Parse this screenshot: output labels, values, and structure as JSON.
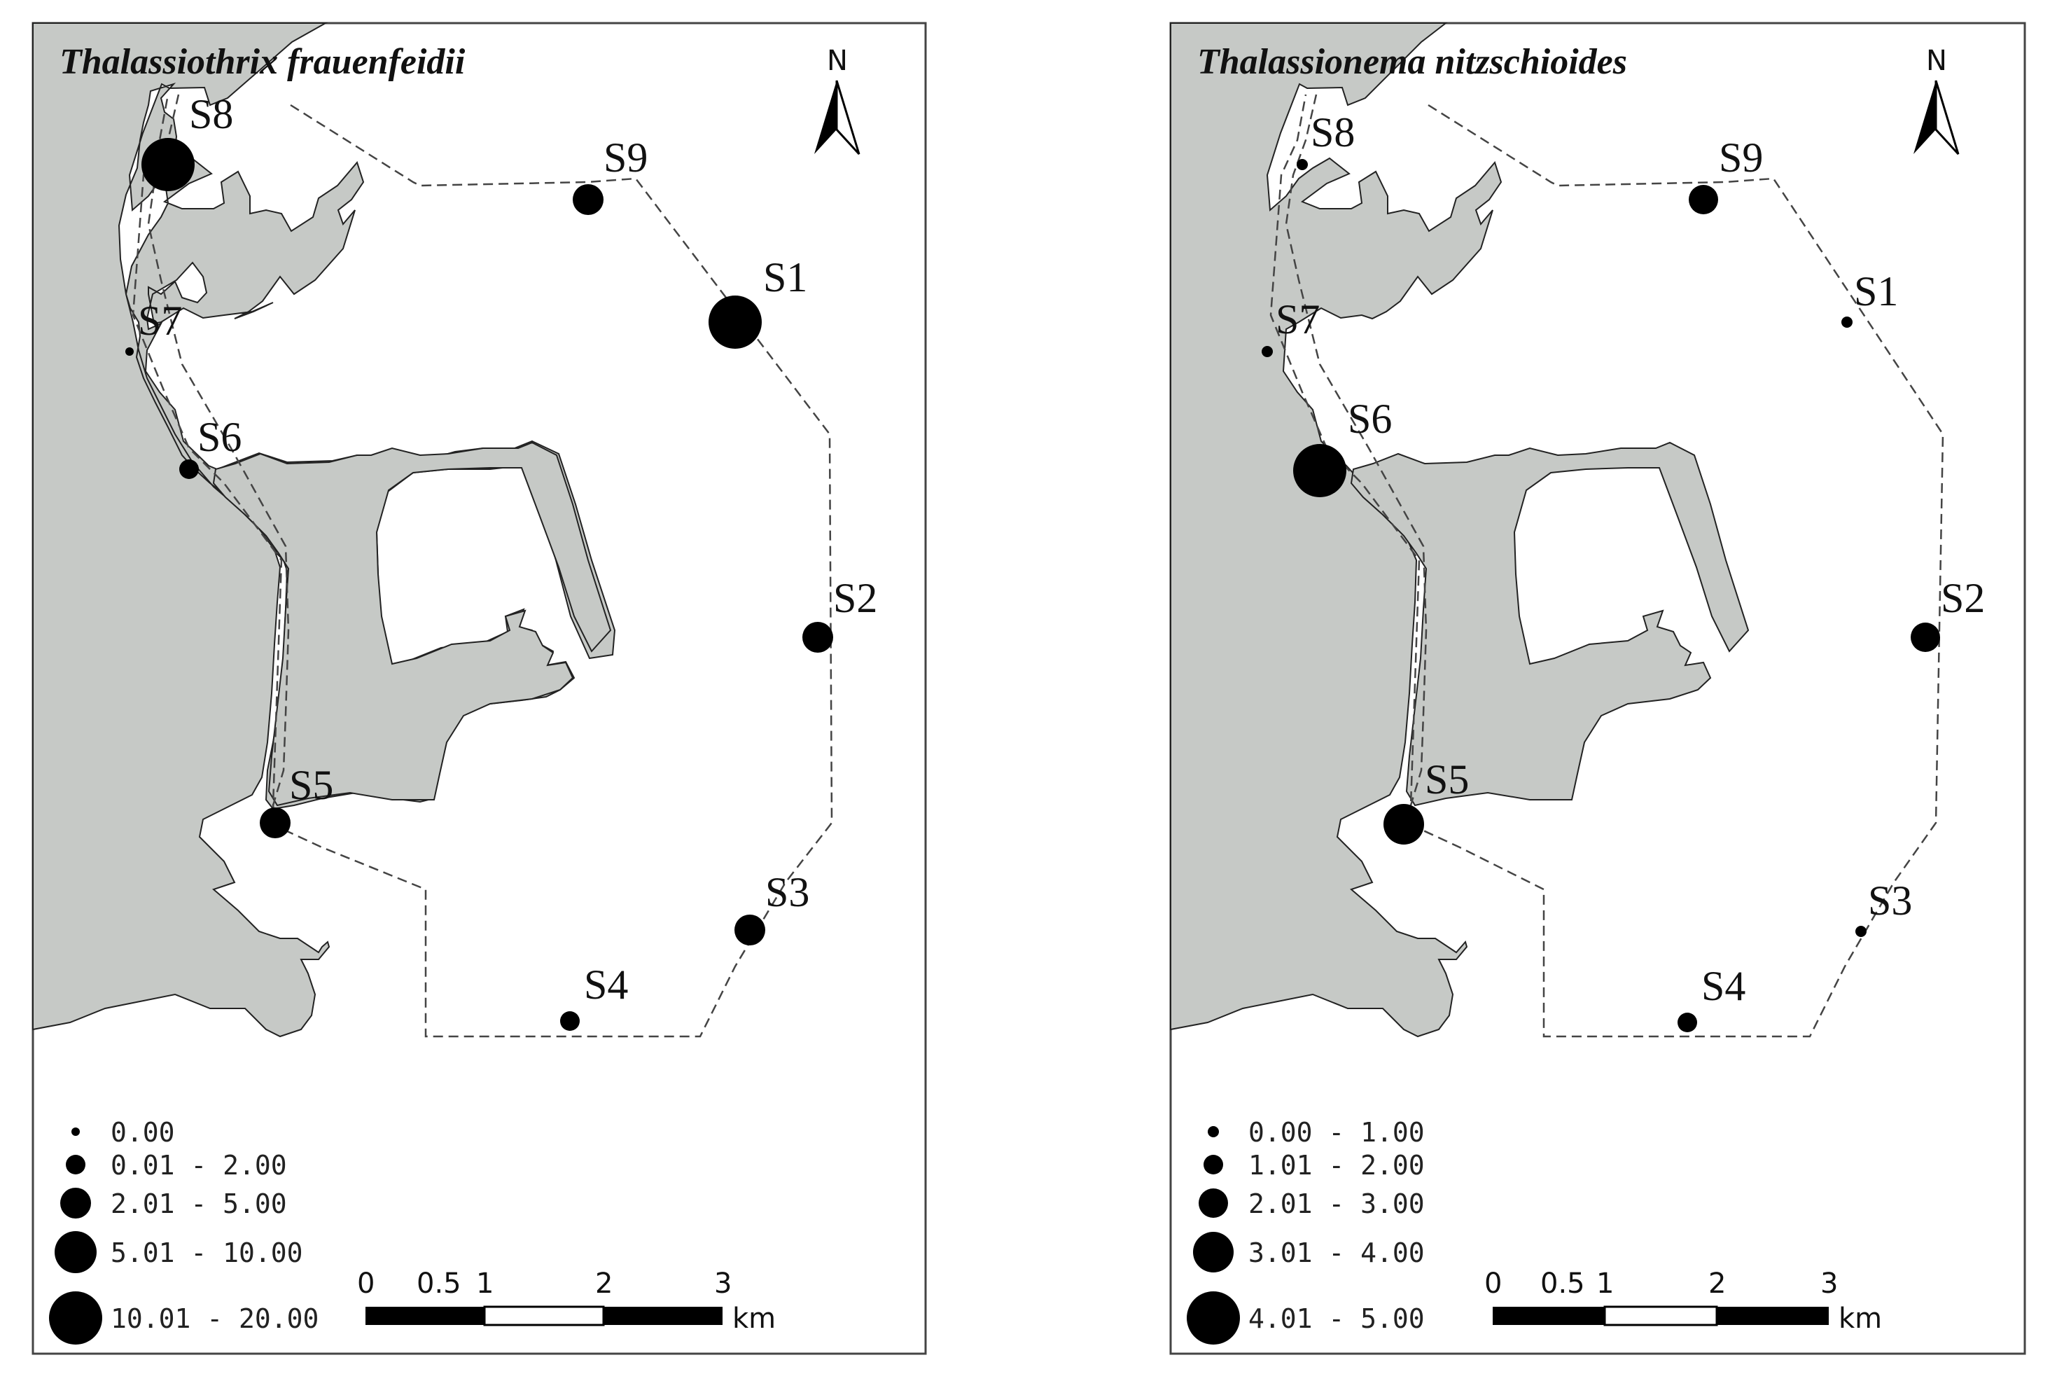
{
  "maps": [
    {
      "title": "Thalassiothrix frauenfeidii",
      "stations": [
        {
          "id": "S8",
          "label": "S8",
          "cls": 4
        },
        {
          "id": "S9",
          "label": "S9",
          "cls": 2
        },
        {
          "id": "S1",
          "label": "S1",
          "cls": 4
        },
        {
          "id": "S7",
          "label": "S7",
          "cls": 0
        },
        {
          "id": "S6",
          "label": "S6",
          "cls": 1
        },
        {
          "id": "S2",
          "label": "S2",
          "cls": 2
        },
        {
          "id": "S5",
          "label": "S5",
          "cls": 2
        },
        {
          "id": "S3",
          "label": "S3",
          "cls": 2
        },
        {
          "id": "S4",
          "label": "S4",
          "cls": 1
        }
      ],
      "legend": {
        "classes": [
          "0.00",
          "0.01 - 2.00",
          "2.01 - 5.00",
          "5.01 - 10.00",
          "10.01 - 20.00"
        ]
      },
      "scalebar": {
        "ticks": [
          "0",
          "0.5",
          "1",
          "2",
          "3"
        ],
        "unit": "km"
      },
      "north": "N"
    },
    {
      "title": "Thalassionema nitzschioides",
      "stations": [
        {
          "id": "S8",
          "label": "S8",
          "cls": 0
        },
        {
          "id": "S9",
          "label": "S9",
          "cls": 2
        },
        {
          "id": "S1",
          "label": "S1",
          "cls": 0
        },
        {
          "id": "S7",
          "label": "S7",
          "cls": 0
        },
        {
          "id": "S6",
          "label": "S6",
          "cls": 4
        },
        {
          "id": "S2",
          "label": "S2",
          "cls": 2
        },
        {
          "id": "S5",
          "label": "S5",
          "cls": 3
        },
        {
          "id": "S3",
          "label": "S3",
          "cls": 0
        },
        {
          "id": "S4",
          "label": "S4",
          "cls": 1
        }
      ],
      "legend": {
        "classes": [
          "0.00 - 1.00",
          "1.01 - 2.00",
          "2.01 - 3.00",
          "3.01 - 4.00",
          "4.01 - 5.00"
        ]
      },
      "scalebar": {
        "ticks": [
          "0",
          "0.5",
          "1",
          "2",
          "3"
        ],
        "unit": "km"
      },
      "north": "N"
    }
  ]
}
